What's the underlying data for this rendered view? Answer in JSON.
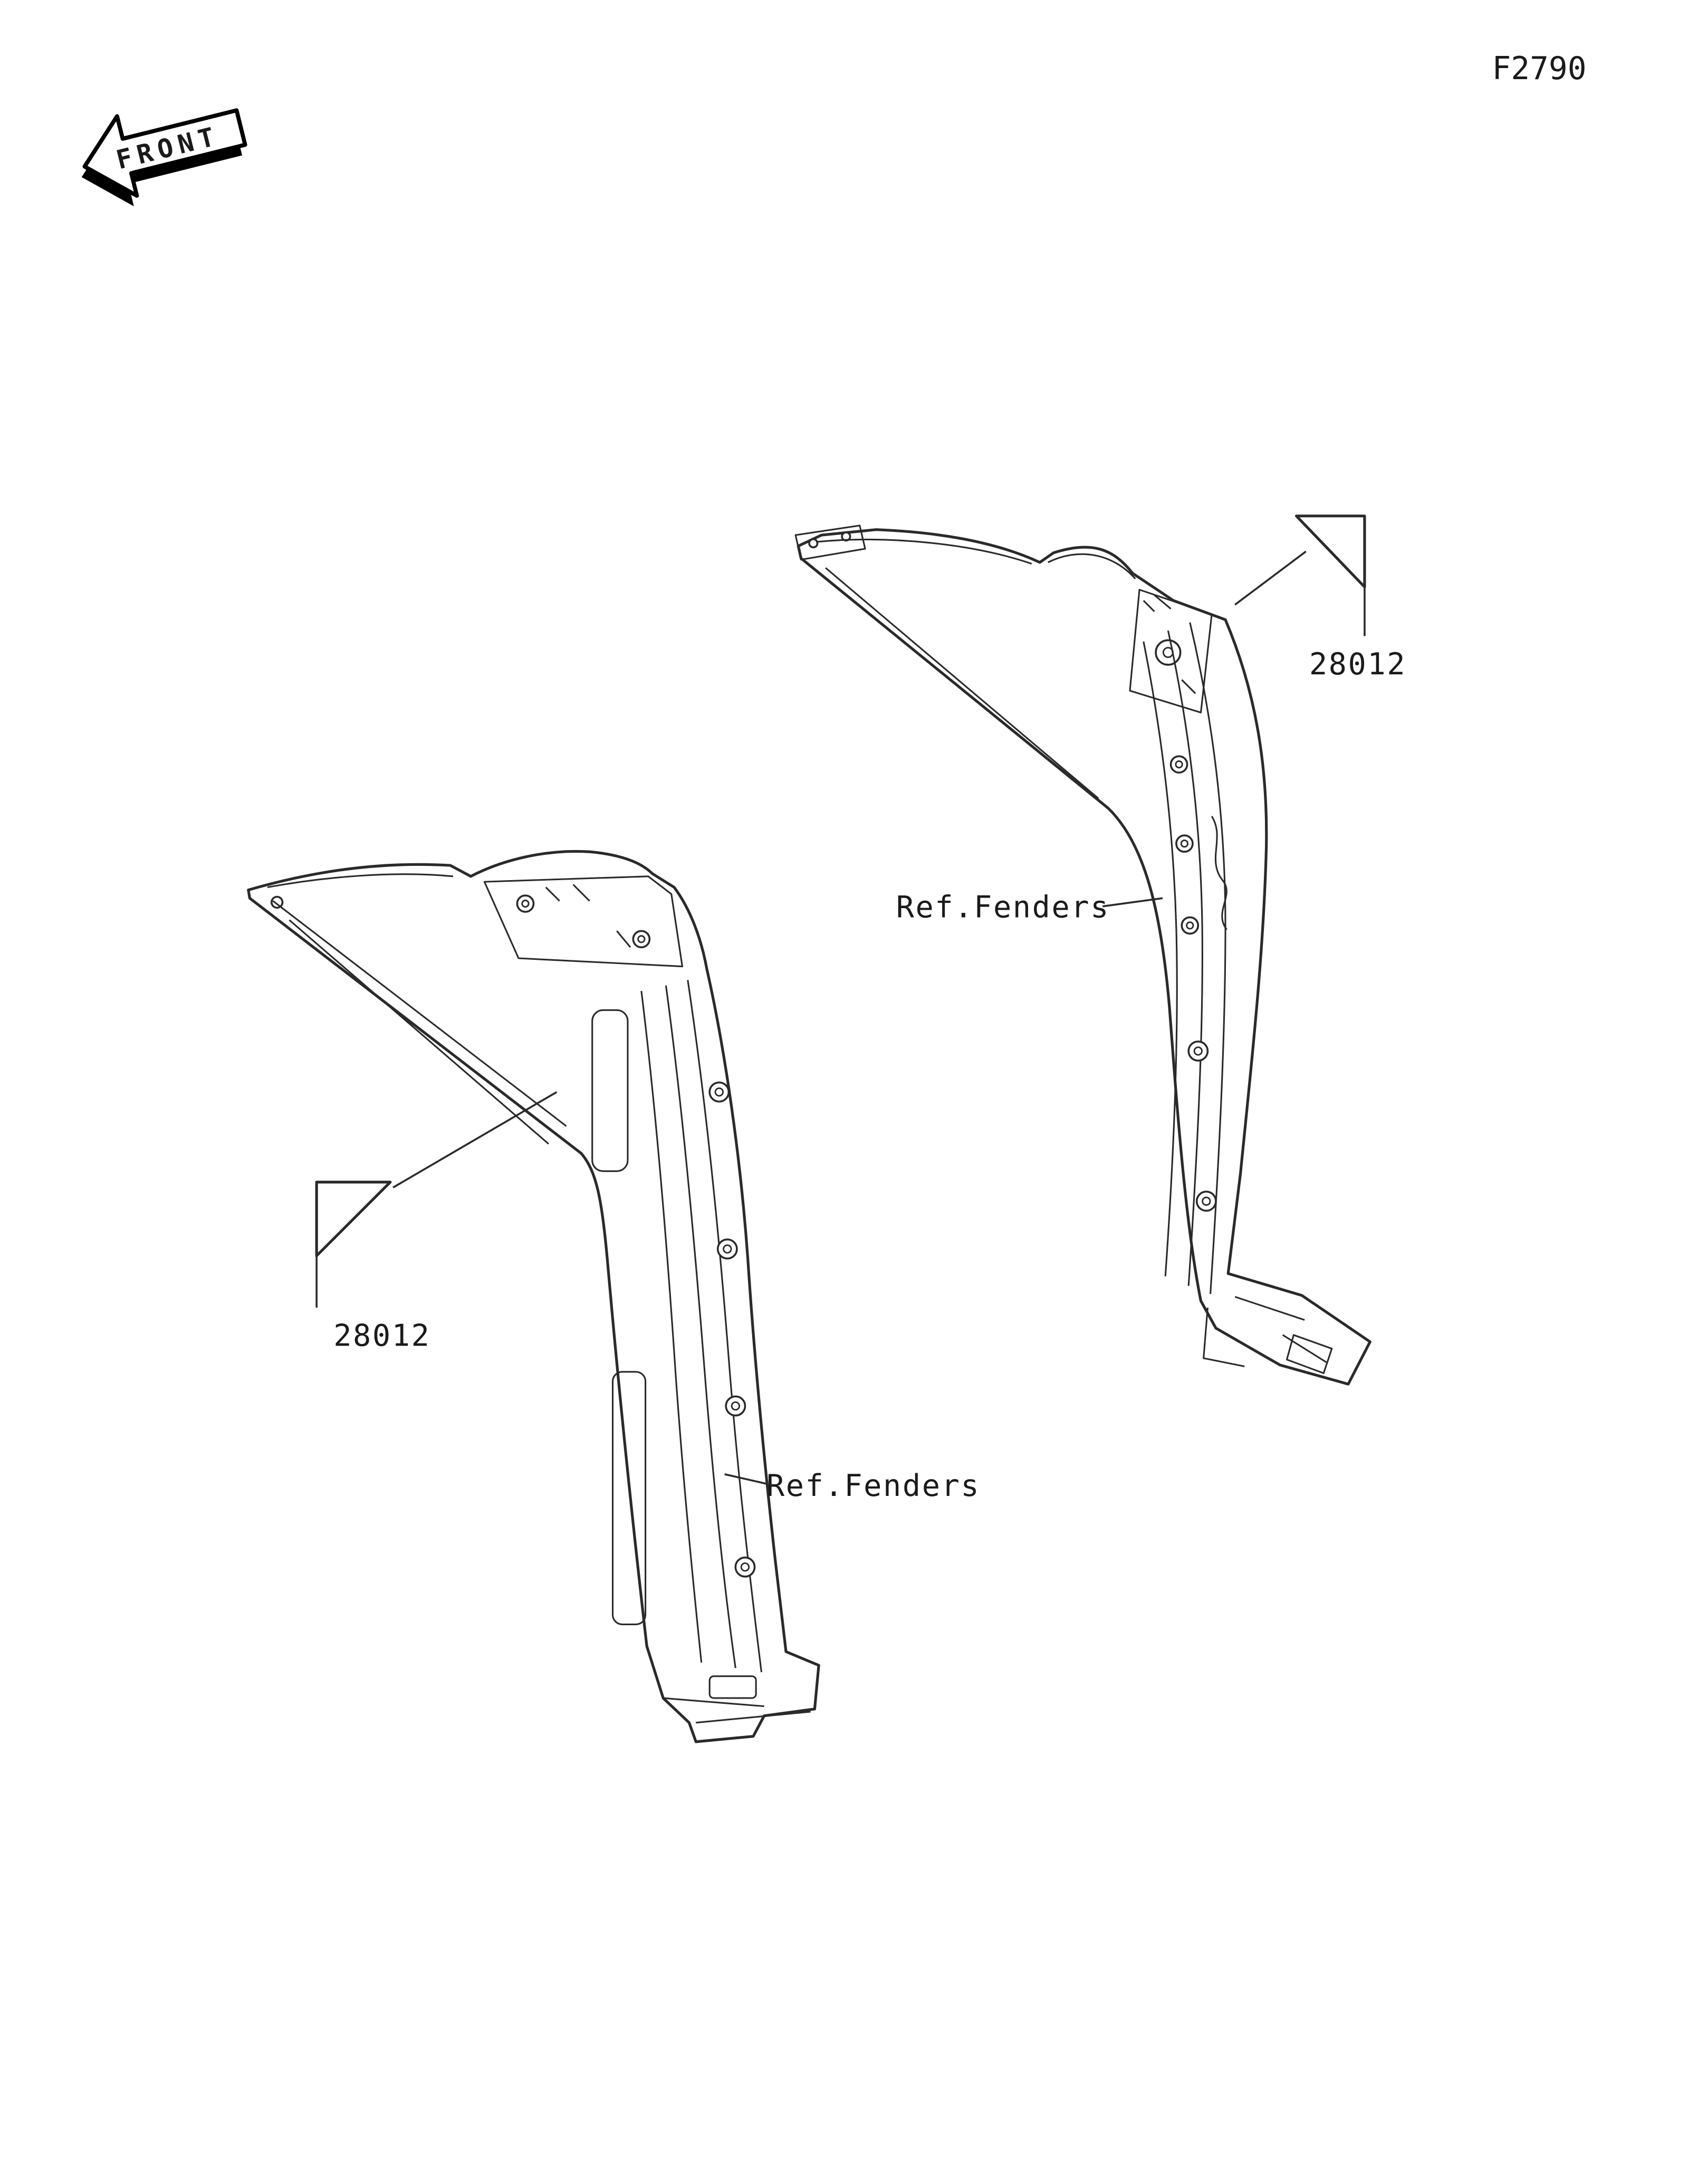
{
  "figure": {
    "code": "F2790",
    "front_label": "FRONT"
  },
  "callouts": [
    {
      "position": "upper-right",
      "part_number": "28012",
      "ref_label": "Ref.Fenders"
    },
    {
      "position": "lower-left",
      "part_number": "28012",
      "ref_label": "Ref.Fenders"
    }
  ]
}
